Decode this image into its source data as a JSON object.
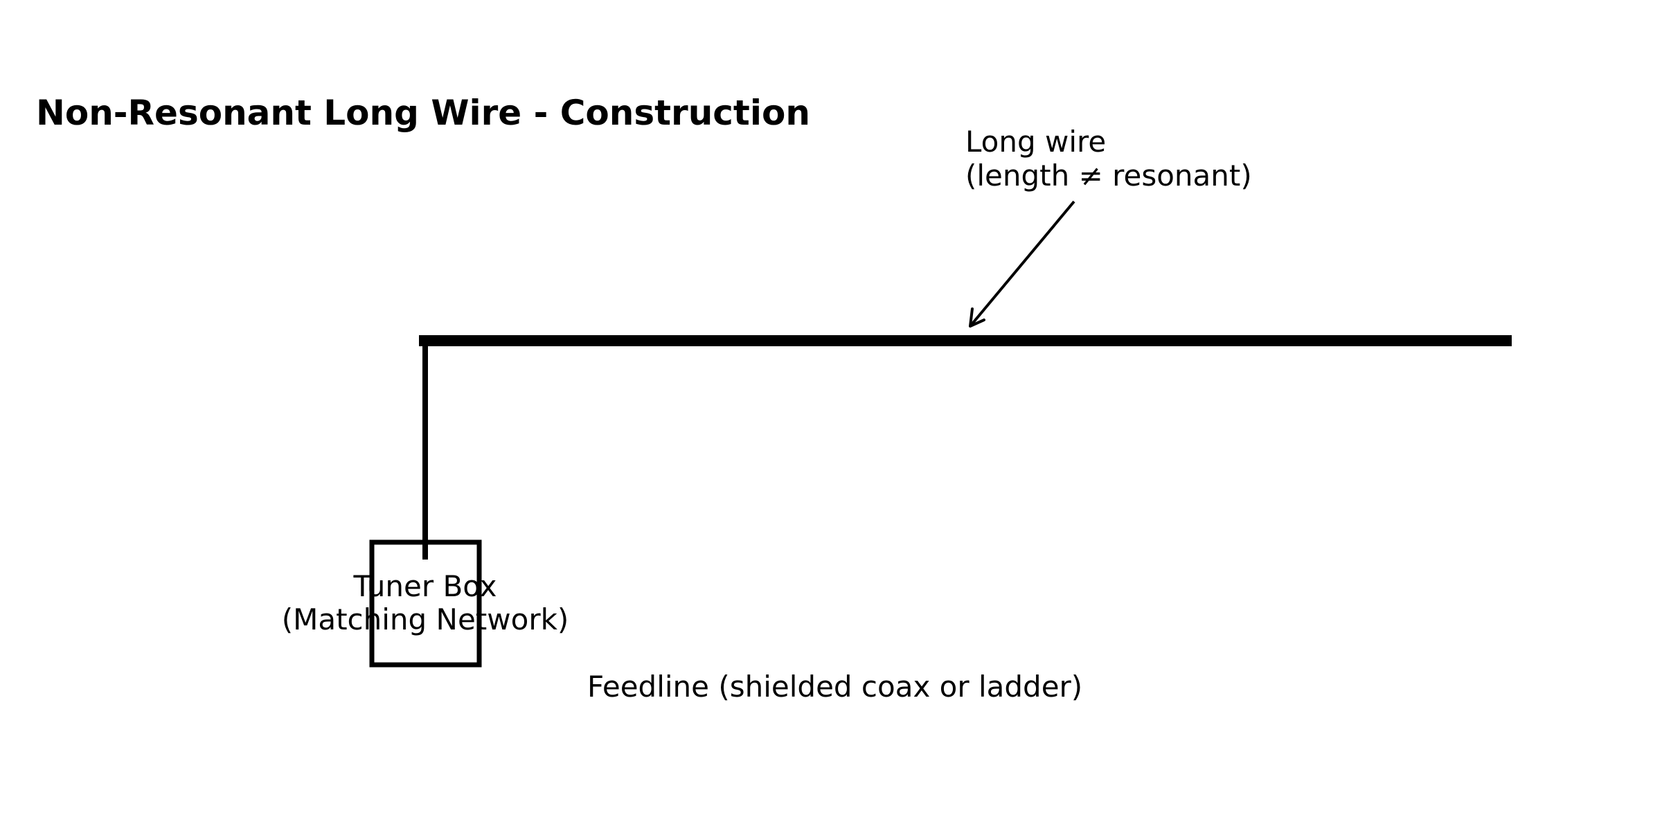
{
  "title": "Non-Resonant Long Wire - Construction",
  "wire_label": {
    "line1": "Long wire",
    "line2": "(length ≠ resonant)"
  },
  "tuner_label": {
    "line1": "Tuner Box",
    "line2": "(Matching Network)"
  },
  "feedline_label": "Feedline (shielded coax or ladder)",
  "colors": {
    "ink": "#000000",
    "background": "#ffffff"
  }
}
